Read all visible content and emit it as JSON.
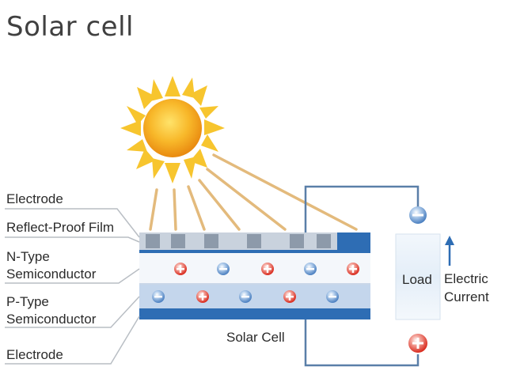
{
  "title": "Solar cell",
  "layer_labels": {
    "electrode_top": "Electrode",
    "reflect_film": "Reflect-Proof Film",
    "n_type_line1": "N-Type",
    "n_type_line2": "Semiconductor",
    "p_type_line1": "P-Type",
    "p_type_line2": "Semiconductor",
    "electrode_bottom": "Electrode"
  },
  "solar_cell_label": "Solar Cell",
  "load_label": "Load",
  "current_label_line1": "Electric",
  "current_label_line2": "Current",
  "colors": {
    "electrode_blue": "#2e6db4",
    "wire": "#5a7fa8",
    "sun_core": "#f4a51c",
    "sun_rays": "#f7c52e",
    "light_beam": "#e3ba7c",
    "positive": "#d92b1e",
    "negative": "#4a7fc0"
  }
}
